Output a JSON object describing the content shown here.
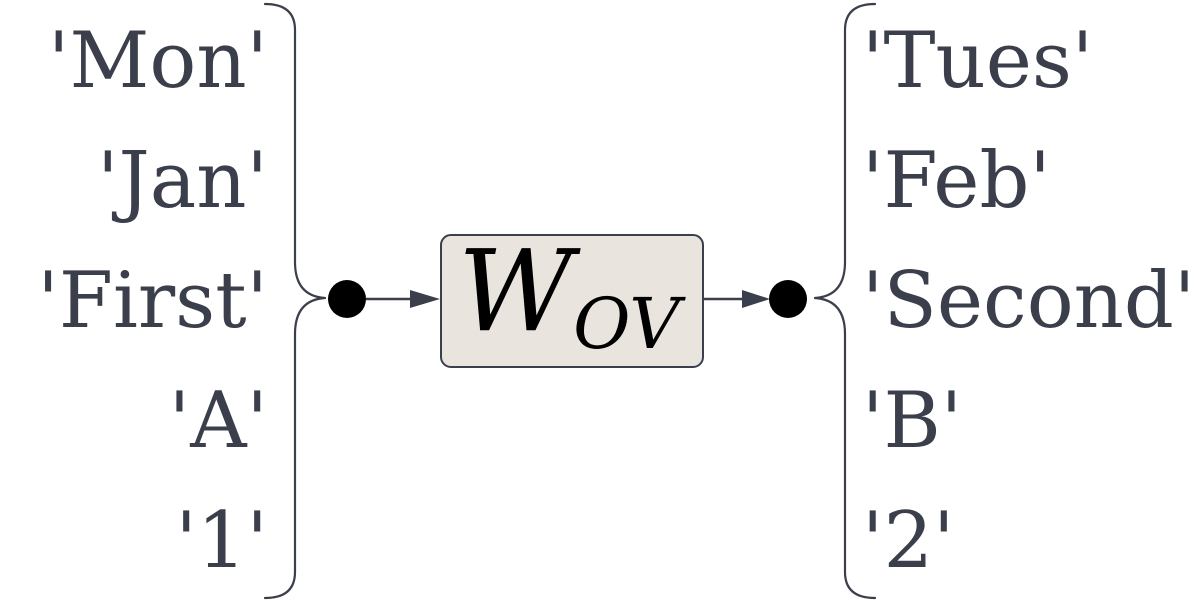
{
  "input_tokens": [
    "'Mon'",
    "'Jan'",
    "'First'",
    "'A'",
    "'1'"
  ],
  "output_tokens": [
    "'Tues'",
    "'Feb'",
    "'Second'",
    "'B'",
    "'2'"
  ],
  "matrix": {
    "symbol": "W",
    "subscript": "OV"
  },
  "colors": {
    "text": "#3a3f4b",
    "box_fill": "#e9e4de",
    "dot": "#000000"
  }
}
